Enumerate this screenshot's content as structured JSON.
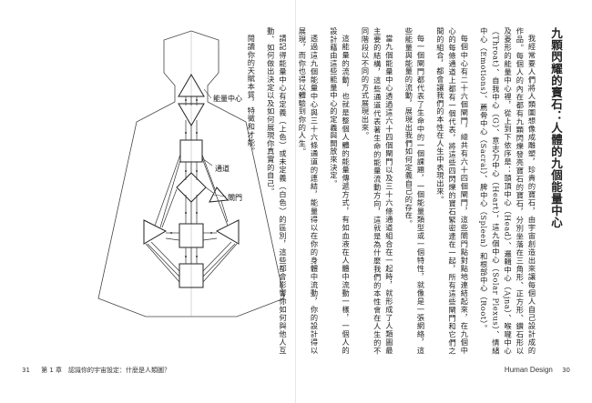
{
  "labels": {
    "energy_center": "能量中心",
    "channel": "通道",
    "gate": "閘門"
  },
  "footer": {
    "left_page_number": "31",
    "left_running_head": "第 1 章　認識你的宇宙設定：什麼是人類圖？",
    "right_running_head": "Human Design",
    "right_page_number": "30"
  },
  "body": {
    "title": "九顆閃耀的寶石：人體的九個能量中心",
    "paragraphs": [
      "我經常要人們將人類圖想像成雕塑，珍貴的寶石，由宇宙創造出來讓每個人自己設計成的作品。每個人的內在都有九顆閃爍發亮寶石的寶石，分別坐落在三角形、正方形、鑽石形以及菱形的能量中心裡，從上到下依序是：頭頂中心（Head）、邏輯中心（Ajna）、喉嚨中心（Throat）、自我中心（G）、意志力中心（Heart），這九個中心（Solar Plexus）、情緒中心（Emotions）、薦骨中心（Sacral）、脾中心（Spleen）和根部中心（Root）。",
      "每個中心有二十六個閘門，總共有六十四個閘門，這些閘門點對點地連結起來，在九個中心的每條通道上都有一個代表，將這些四閃爍的寶石緊密連在一起，所有這些閘門和它們之間的組合，都會讓我們的本性在人生中表現出來。",
      "每一個閘門都代表了生命中的一個課題，一個能量類型或一個特性，就像是一張網絡，這些能量與能量的流動，展現出我們如何定義自己的存在。",
      "當九個能量中心透過這六十四個閘門以及三十六條通道組合在一起時，就形成了人類圖最主要的結構，這些通道代表著生命的能量流動方向，這就是為什麼我們的本性會在人生的不同階段以不同的方式展現出來。",
      "這能量的流動，也就是整個人體的能量傳遞方式，有如血液在人體中流動一樣，一個人的設計藉由這些能量中心的定義與開放來決定。",
      "透過這九個能量中心與三十六條通道的連結，能量得以在你的身體中流動，你的設計得以展現，而你也得以體驗到你的人生。",
      "請記得能量中心有定義（上色）或未定義（白色）的區別，這些都會影響你如何與他人互動、如何做出決定以及如何展現你真實的自己。",
      "閱讀你的天賦本質，特徵和才能。"
    ]
  }
}
